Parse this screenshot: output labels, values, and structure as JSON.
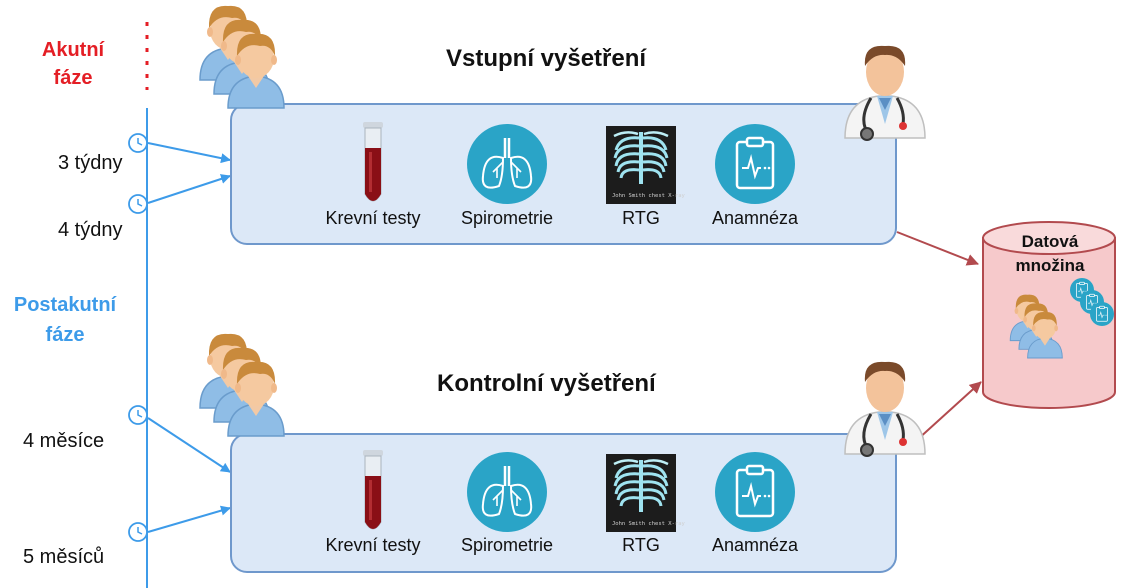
{
  "phases": {
    "acute": "Akutní fáze",
    "acute_line1": "Akutní",
    "acute_line2": "fáze",
    "postacute_line1": "Postakutní",
    "postacute_line2": "fáze"
  },
  "timeline": {
    "points": [
      "3 týdny",
      "4 týdny",
      "4 měsíce",
      "5 měsíců"
    ]
  },
  "panels": [
    {
      "title": "Vstupní vyšetření",
      "items": [
        "Krevní testy",
        "Spirometrie",
        "RTG",
        "Anamnéza"
      ]
    },
    {
      "title": "Kontrolní vyšetření",
      "items": [
        "Krevní testy",
        "Spirometrie",
        "RTG",
        "Anamnéza"
      ]
    }
  ],
  "xray_caption": "John Smith chest X-ray",
  "database": {
    "line1": "Datová",
    "line2": "množina"
  },
  "colors": {
    "acute": "#e41e25",
    "postacute": "#3d9be9",
    "timeline": "#3d9be9",
    "panel_fill": "#dce8f7",
    "panel_border": "#6f98cc",
    "db_fill": "#f6c9cb",
    "db_border": "#b24a4e",
    "arrow_db": "#b24a4e",
    "icon_circle": "#2aa4c7"
  }
}
